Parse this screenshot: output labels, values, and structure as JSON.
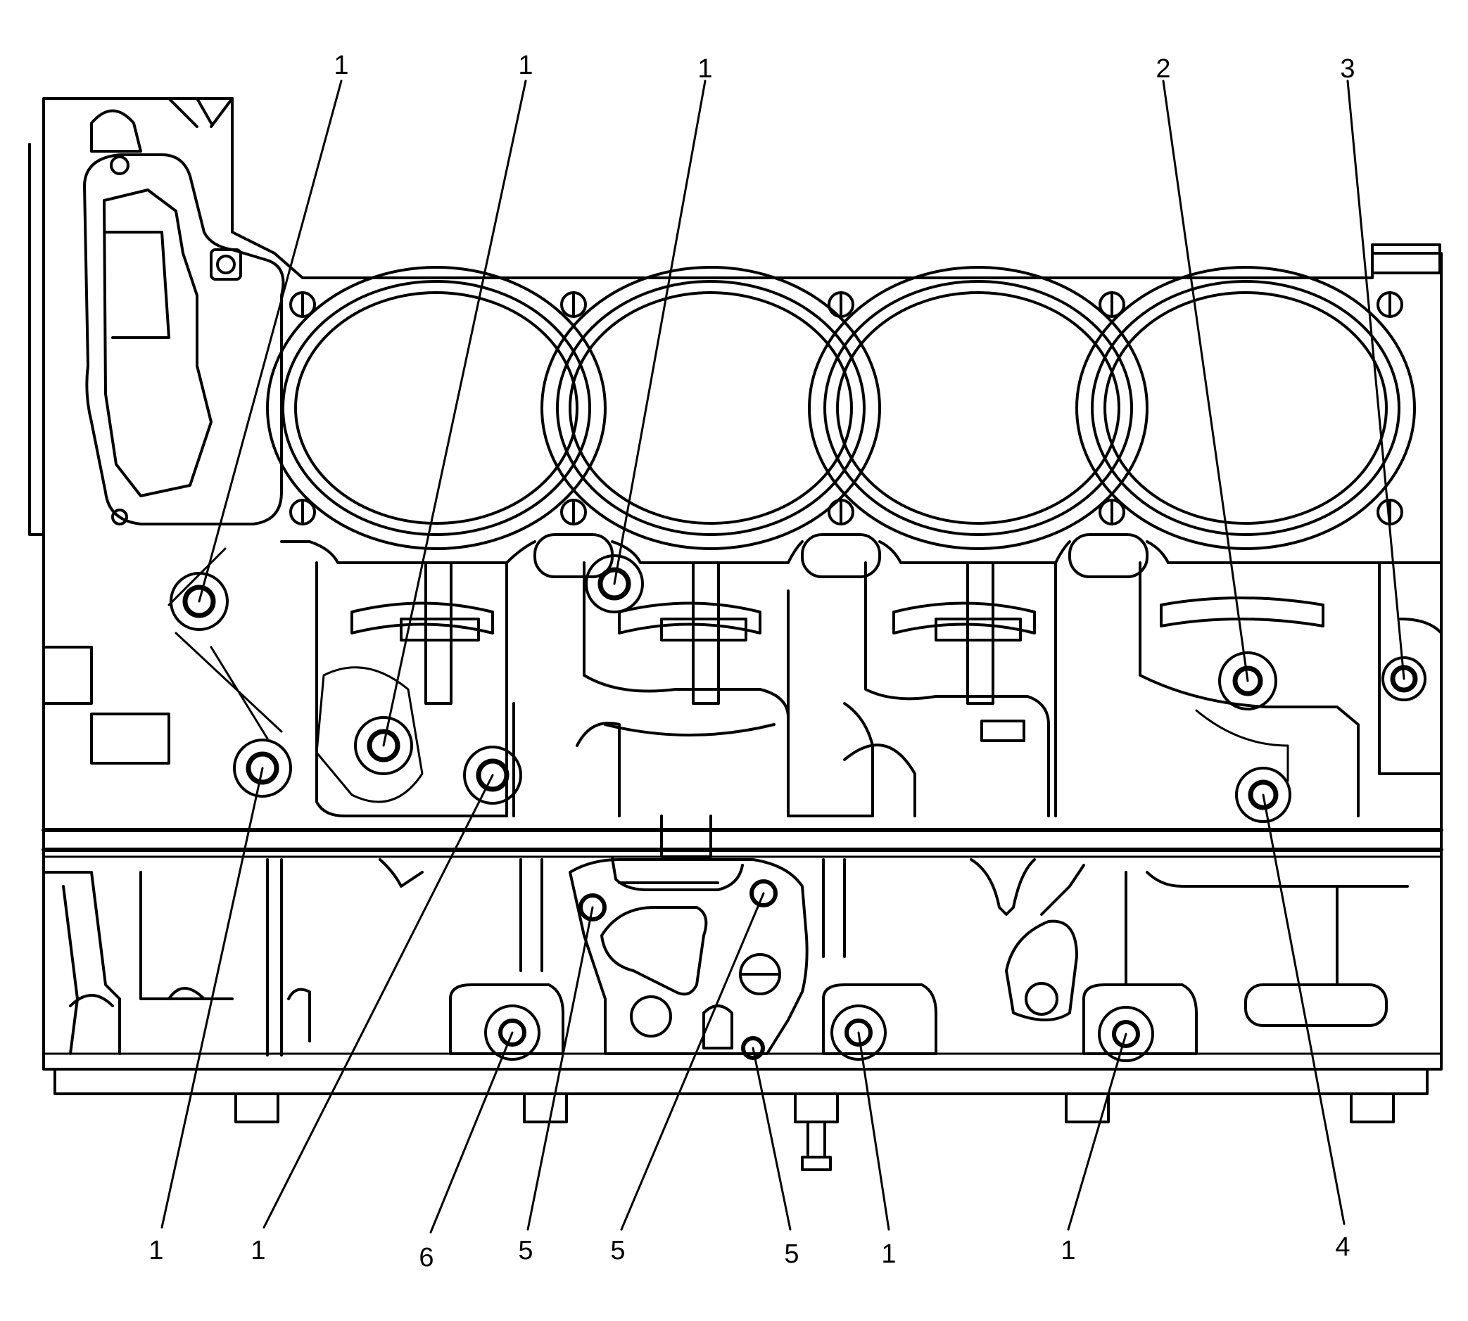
{
  "diagram": {
    "colors": {
      "line": "#000000",
      "paper": "#ffffff"
    },
    "callouts": [
      {
        "label": "1"
      },
      {
        "label": "1"
      },
      {
        "label": "1"
      },
      {
        "label": "2"
      },
      {
        "label": "3"
      },
      {
        "label": "1"
      },
      {
        "label": "1"
      },
      {
        "label": "6"
      },
      {
        "label": "5"
      },
      {
        "label": "5"
      },
      {
        "label": "5"
      },
      {
        "label": "1"
      },
      {
        "label": "1"
      },
      {
        "label": "4"
      }
    ]
  }
}
